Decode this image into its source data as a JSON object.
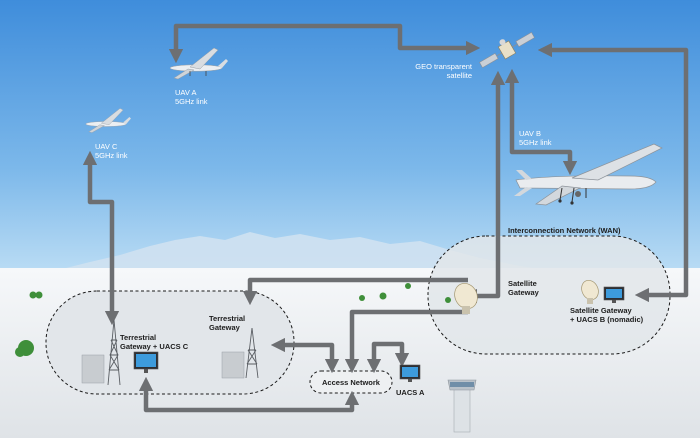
{
  "labels": {
    "uav_a": "UAV A\n5GHz link",
    "uav_b": "UAV B\n5GHz link",
    "uav_c": "UAV C\n5GHz link",
    "geo_satellite": "GEO transparent\nsatellite",
    "interconnection_network": "Interconnection Network (WAN)",
    "satellite_gateway": "Satellite\nGateway",
    "satellite_gateway_uacs_b": "Satellite Gateway\n+ UACS B (nomadic)",
    "terrestrial_gateway": "Terrestrial\nGateway",
    "terrestrial_gateway_uacs_c": "Terrestrial\nGateway + UACS C",
    "access_network": "Access Network",
    "uacs_a": "UACS A"
  },
  "colors": {
    "sky_top": "#3f8ddb",
    "sky_bottom": "#a9d3f2",
    "ground": "#eef1f3",
    "arrow": "#6d6f72",
    "zone_fill": "#e2e6ea",
    "zone_border": "#1a1a1a"
  },
  "icons": [
    "uav-icon",
    "satellite-icon",
    "dish-antenna-icon",
    "radio-tower-icon",
    "monitor-icon",
    "shelter-icon",
    "control-tower-icon",
    "tree-icon"
  ]
}
